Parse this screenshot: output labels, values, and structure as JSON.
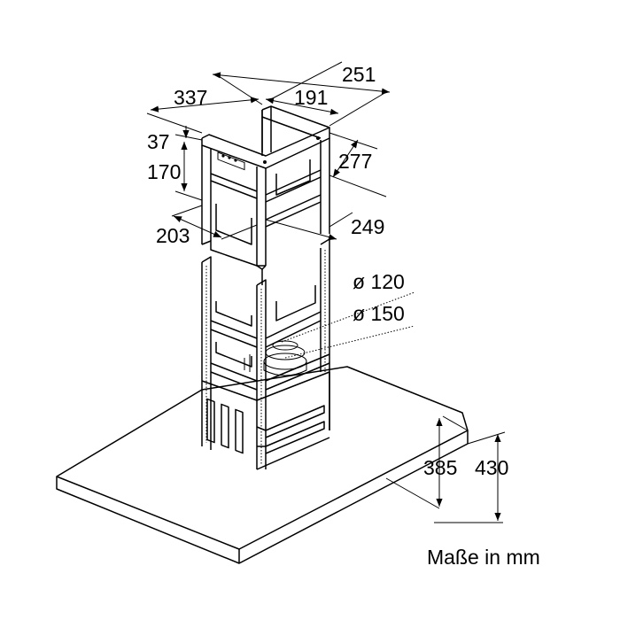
{
  "dimensions": {
    "w251": "251",
    "w191": "191",
    "d337": "337",
    "h37": "37",
    "h170": "170",
    "w277": "277",
    "w203": "203",
    "w249": "249",
    "duct120": "ø 120",
    "duct150": "ø 150",
    "h385": "385",
    "h430": "430"
  },
  "caption": "Maße in mm"
}
